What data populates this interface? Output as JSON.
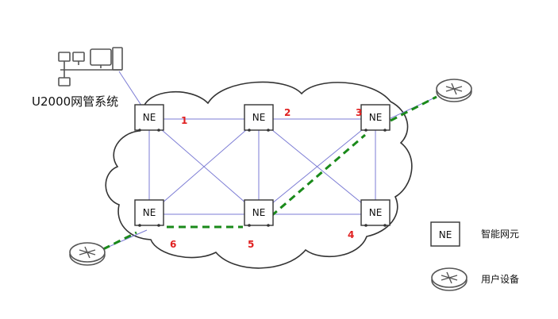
{
  "management": {
    "label": "U2000网管系统",
    "icon": "network-management-workstations-icon"
  },
  "nodes": [
    {
      "id": "1",
      "label": "NE",
      "number": "1"
    },
    {
      "id": "2",
      "label": "NE",
      "number": "2"
    },
    {
      "id": "3",
      "label": "NE",
      "number": "3"
    },
    {
      "id": "4",
      "label": "NE",
      "number": "4"
    },
    {
      "id": "5",
      "label": "NE",
      "number": "5"
    },
    {
      "id": "6",
      "label": "NE",
      "number": "6"
    }
  ],
  "mesh_links": [
    [
      "1",
      "2"
    ],
    [
      "2",
      "3"
    ],
    [
      "1",
      "6"
    ],
    [
      "1",
      "5"
    ],
    [
      "2",
      "6"
    ],
    [
      "2",
      "5"
    ],
    [
      "2",
      "4"
    ],
    [
      "3",
      "4"
    ],
    [
      "3",
      "5"
    ],
    [
      "6",
      "5"
    ],
    [
      "5",
      "4"
    ]
  ],
  "service_path": [
    "user-left",
    "6",
    "5",
    "3",
    "user-right"
  ],
  "legend": [
    {
      "key": "ne",
      "icon": "NE",
      "label": "智能网元"
    },
    {
      "key": "user",
      "icon": "router-icon",
      "label": "用户设备"
    }
  ],
  "colors": {
    "mesh_link": "#7b7bd4",
    "service_path": "#1a8a1a",
    "node_number": "#e02020",
    "cloud_outline": "#333333"
  }
}
